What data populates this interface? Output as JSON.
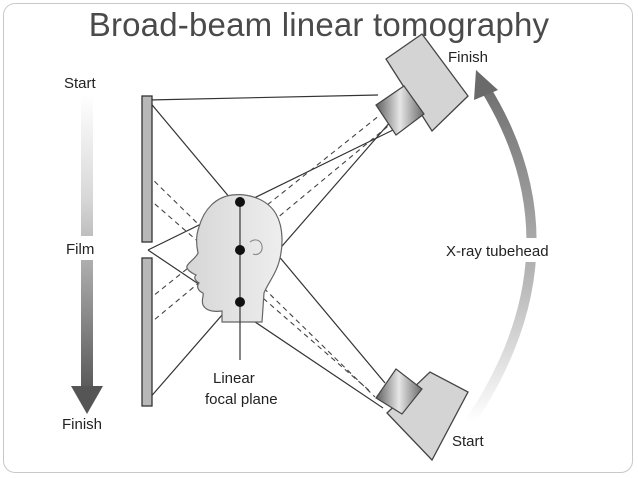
{
  "slide": {
    "title": "Broad-beam linear tomography"
  },
  "diagram": {
    "film_motion": {
      "start_label": "Start",
      "film_label": "Film",
      "finish_label": "Finish"
    },
    "tubehead_motion": {
      "finish_label": "Finish",
      "tubehead_label": "X-ray tubehead",
      "start_label": "Start"
    },
    "focal_plane_label_line1": "Linear",
    "focal_plane_label_line2": "focal plane"
  }
}
